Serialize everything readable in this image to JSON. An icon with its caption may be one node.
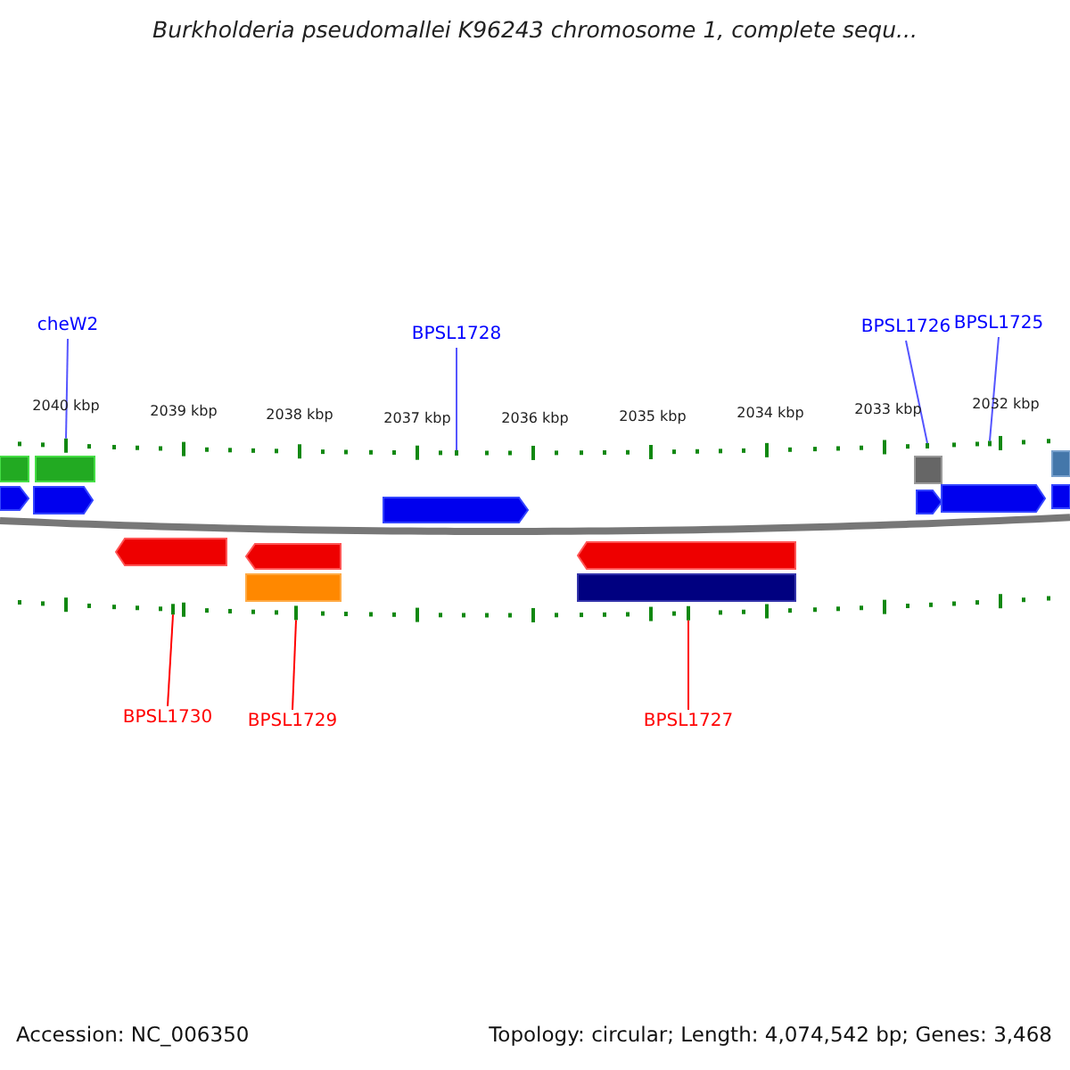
{
  "diagram": {
    "title": "Burkholderia pseudomallei K96243 chromosome 1, complete sequ...",
    "nodes": [
      {
        "text": [
          "cheW2"
        ]
      },
      {
        "text": [
          "BPSL1728"
        ]
      },
      {
        "text": [
          "BPSL1726"
        ]
      },
      {
        "text": [
          "BPSL1725"
        ]
      },
      {
        "text": [
          "BPSL1730"
        ]
      },
      {
        "text": [
          "BPSL1729"
        ]
      },
      {
        "text": [
          "BPSL1727"
        ]
      },
      {
        "text": [],
        "shape": "bar"
      },
      {
        "text": [],
        "shape": "bar"
      },
      {
        "text": [],
        "shape": "bar"
      },
      {
        "text": [],
        "shape": "bar"
      },
      {
        "text": [],
        "shape": "bar"
      },
      {
        "text": [],
        "shape": "bar"
      },
      {
        "text": [],
        "shape": "bar"
      }
    ],
    "edges": [
      {
        "from": 0,
        "to": 7,
        "arrow": "none"
      },
      {
        "from": 1,
        "to": 8,
        "arrow": "none"
      },
      {
        "from": 2,
        "to": 9,
        "arrow": "none"
      },
      {
        "from": 3,
        "to": 10,
        "arrow": "none"
      },
      {
        "from": 4,
        "to": 11,
        "arrow": "none",
        "color": "#ff0000"
      },
      {
        "from": 5,
        "to": 12,
        "arrow": "none",
        "color": "#ff0000"
      },
      {
        "from": 6,
        "to": 13,
        "arrow": "none",
        "color": "#ff0000"
      }
    ],
    "labels": [
      "2040 kbp",
      "2039 kbp",
      "2038 kbp",
      "2037 kbp",
      "2036 kbp",
      "2035 kbp",
      "2034 kbp",
      "2033 kbp",
      "2032 kbp",
      "Accession: NC_006350",
      "Topology: circular; Length: 4,074,542 bp; Genes: 3,468"
    ]
  }
}
